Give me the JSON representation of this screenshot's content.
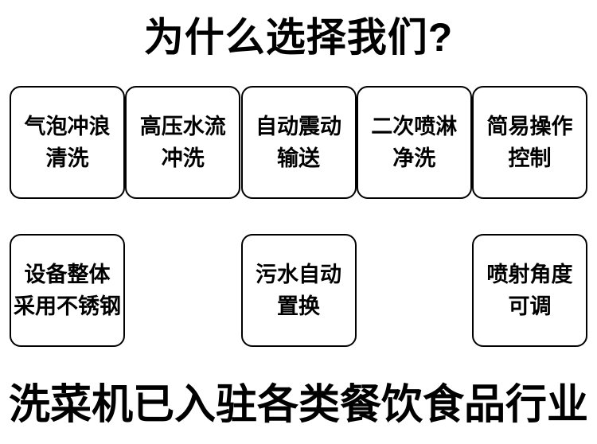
{
  "header": {
    "title": "为什么选择我们?"
  },
  "features": {
    "cards": [
      {
        "line1": "气泡冲浪",
        "line2": "清洗"
      },
      {
        "line1": "高压水流",
        "line2": "冲洗"
      },
      {
        "line1": "自动震动",
        "line2": "输送"
      },
      {
        "line1": "二次喷淋",
        "line2": "净洗"
      },
      {
        "line1": "简易操作",
        "line2": "控制"
      },
      {
        "line1": "设备整体",
        "line2": "采用不锈钢"
      },
      {
        "line1": "污水自动",
        "line2": "置换"
      },
      {
        "line1": "喷射角度",
        "line2": "可调"
      }
    ]
  },
  "footer": {
    "title": "洗菜机已入驻各类餐饮食品行业"
  },
  "colors": {
    "text": "#000000",
    "border": "#000000",
    "background": "#ffffff"
  }
}
